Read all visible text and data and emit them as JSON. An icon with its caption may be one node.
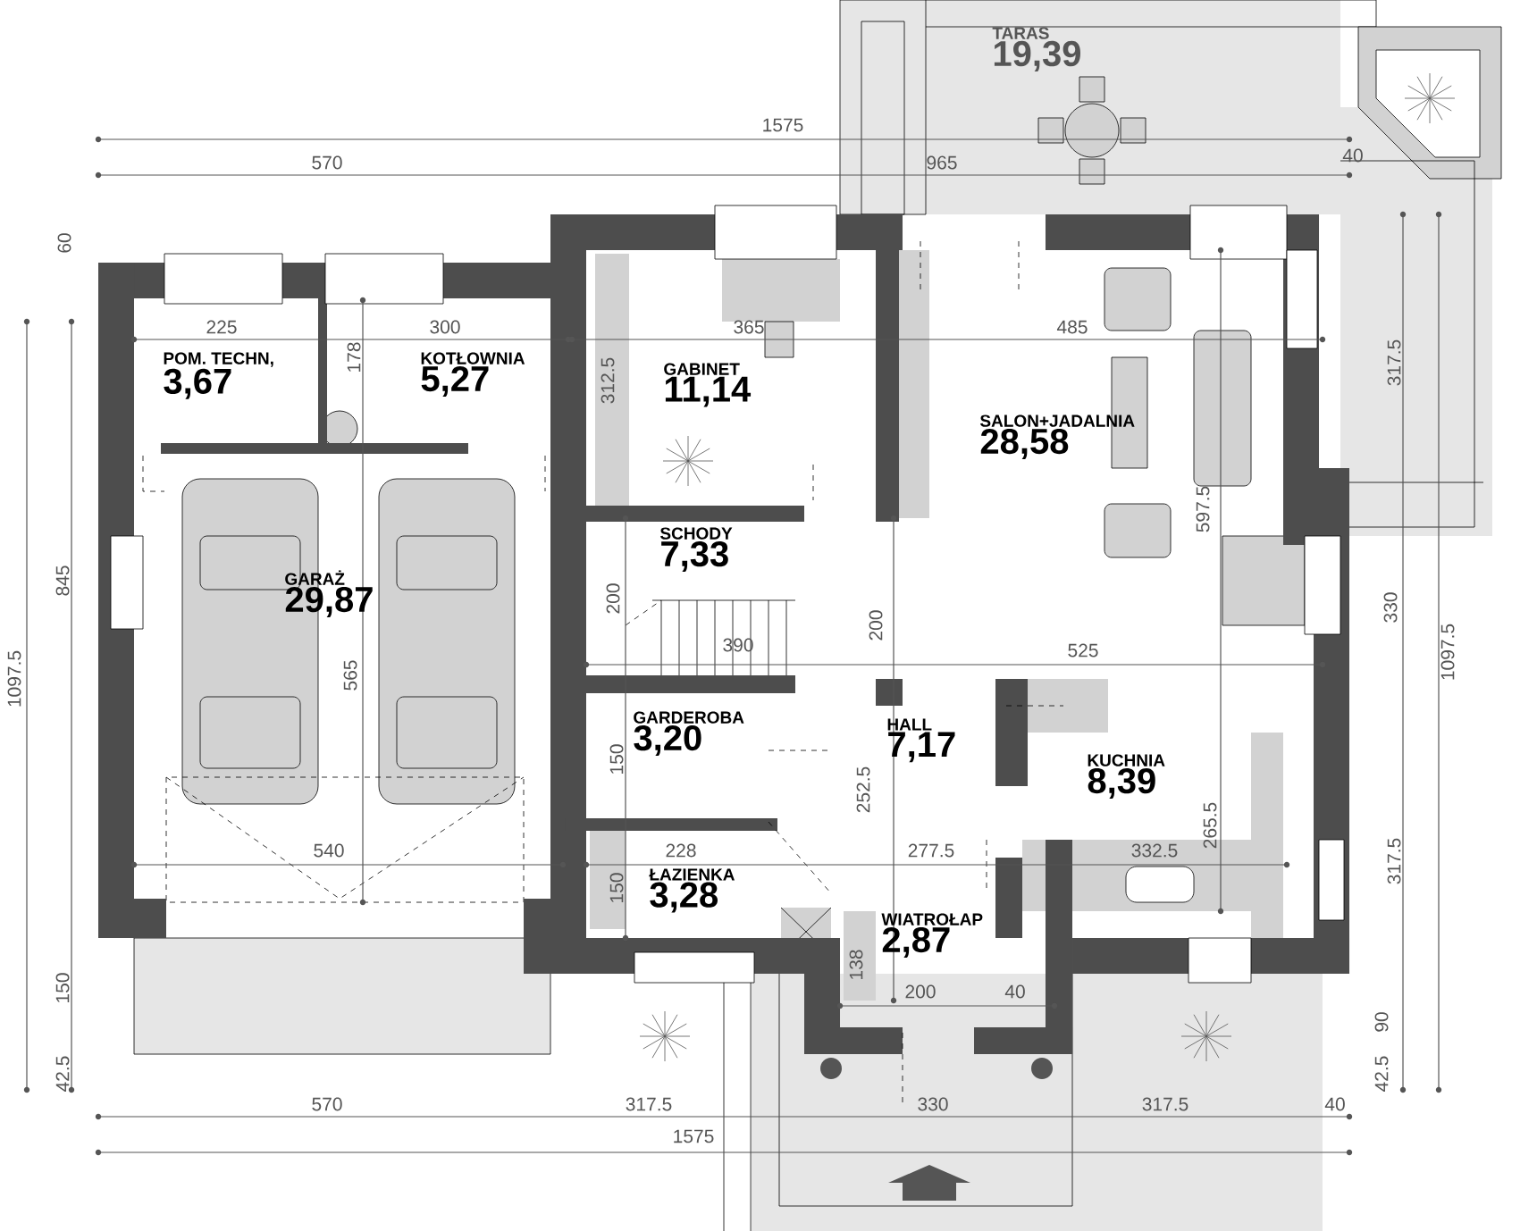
{
  "diagram": {
    "nodes": [
      {
        "text": [
          "TARAS",
          "19,39"
        ]
      },
      {
        "text": [
          "POM. TECHN,",
          "3,67"
        ]
      },
      {
        "text": [
          "KOTŁOWNIA",
          "5,27"
        ]
      },
      {
        "text": [
          "GABINET",
          "11,14"
        ]
      },
      {
        "text": [
          "SALON+JADALNIA",
          "28,58"
        ]
      },
      {
        "text": [
          "GARAŻ",
          "29,87"
        ]
      },
      {
        "text": [
          "SCHODY",
          "7,33"
        ]
      },
      {
        "text": [
          "GARDEROBA",
          "3,20"
        ]
      },
      {
        "text": [
          "HALL",
          "7,17"
        ]
      },
      {
        "text": [
          "KUCHNIA",
          "8,39"
        ]
      },
      {
        "text": [
          "ŁAZIENKA",
          "3,28"
        ]
      },
      {
        "text": [
          "WIATROŁAP",
          "2,87"
        ]
      }
    ],
    "labels": [
      "1575",
      "570",
      "965",
      "40",
      "60",
      "225",
      "300",
      "365",
      "485",
      "178",
      "312.5",
      "317.5",
      "597.5",
      "1097.5",
      "845",
      "565",
      "200",
      "390",
      "200",
      "525",
      "330",
      "1097.5",
      "150",
      "252.5",
      "540",
      "150",
      "228",
      "277.5",
      "332.5",
      "265.5",
      "317.5",
      "150",
      "138",
      "200",
      "40",
      "90",
      "42.5",
      "42.5",
      "570",
      "317.5",
      "330",
      "317.5",
      "40",
      "1575"
    ]
  }
}
